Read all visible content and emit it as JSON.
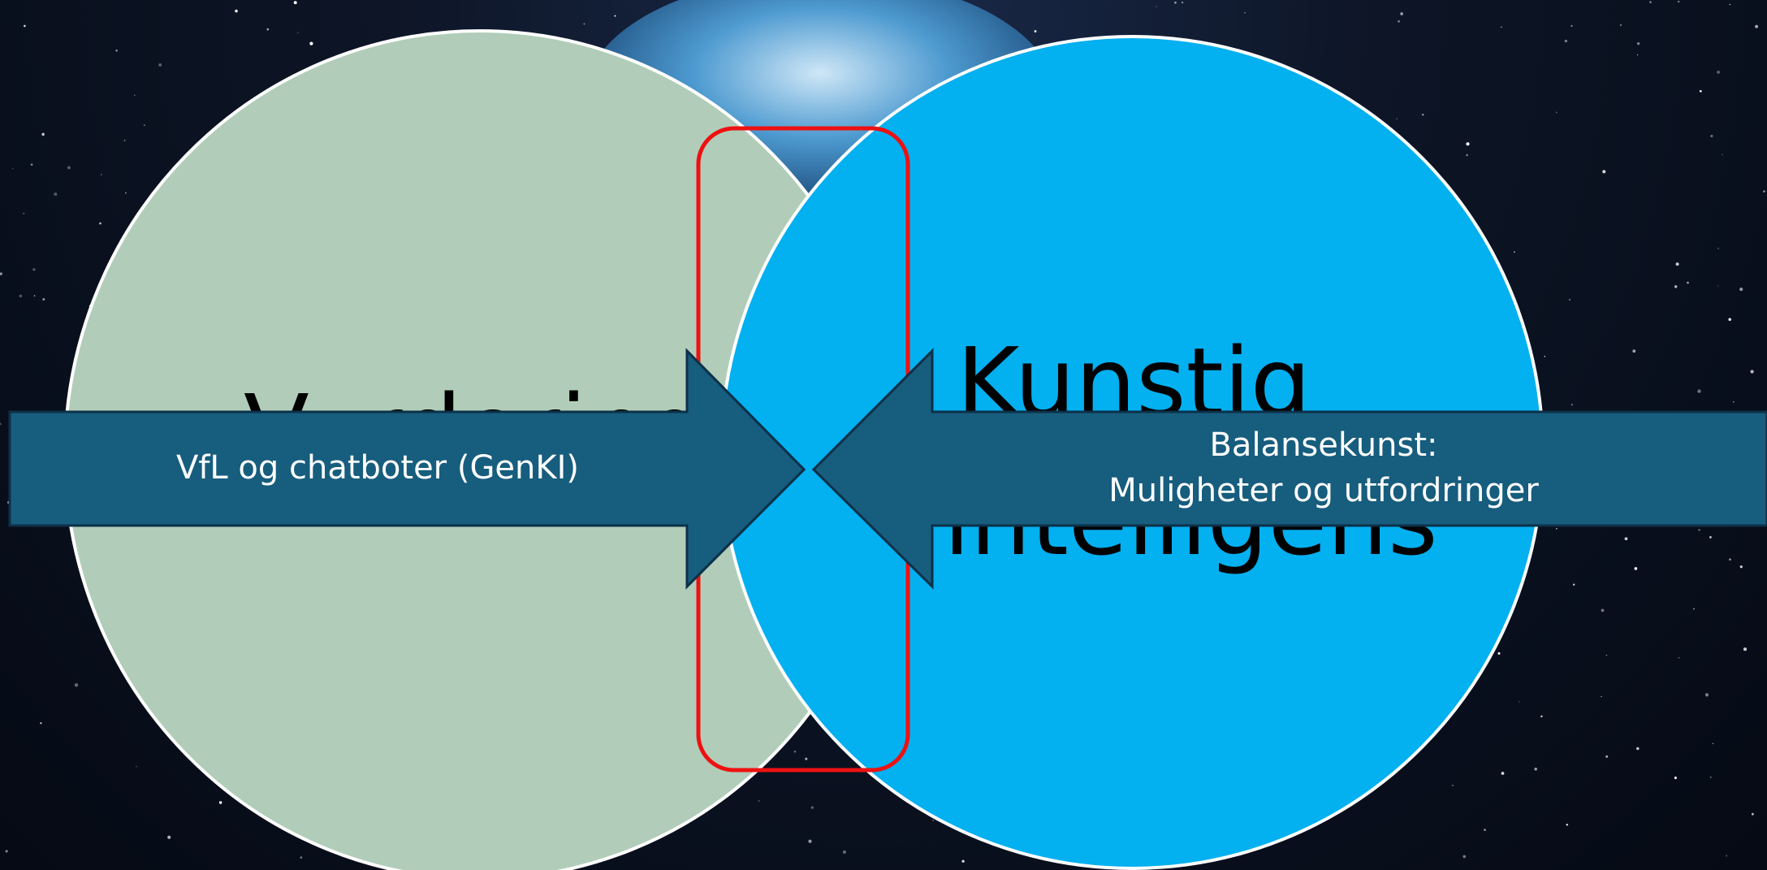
{
  "diagram": {
    "left_circle": {
      "label": "Vurdering",
      "fill": "#b1cdb9",
      "stroke": "#ffffff"
    },
    "right_circle": {
      "label_line1": "Kunstig",
      "label_line2": "intelligens",
      "fill": "#03b0f0",
      "stroke": "#ffffff"
    },
    "overlap_highlight": {
      "stroke": "#ee1111"
    },
    "left_arrow": {
      "label": "VfL og chatboter (GenKI)",
      "fill": "#175d7e"
    },
    "right_arrow": {
      "label_line1": "Balansekunst:",
      "label_line2": "Muligheter og utfordringer",
      "fill": "#175d7e"
    }
  },
  "background": {
    "description_color": "#0a1222",
    "earth_color": "#3a8cc8"
  }
}
